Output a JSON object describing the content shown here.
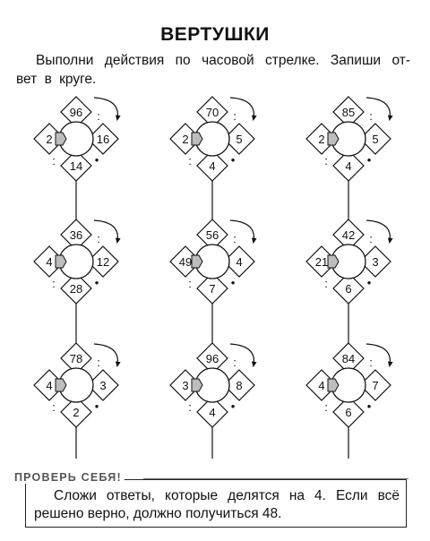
{
  "title": "ВЕРТУШКИ",
  "instruction": {
    "line1": "Выполни действия по часовой стрелке. Запиши от-",
    "line2": "вет в круге."
  },
  "operators": {
    "divide": ":",
    "multiply": "•"
  },
  "columns": [
    [
      {
        "top": "96",
        "right": "16",
        "bottom": "14",
        "left": "2"
      },
      {
        "top": "36",
        "right": "12",
        "bottom": "28",
        "left": "4"
      },
      {
        "top": "78",
        "right": "3",
        "bottom": "2",
        "left": "4"
      }
    ],
    [
      {
        "top": "70",
        "right": "5",
        "bottom": "4",
        "left": "2"
      },
      {
        "top": "56",
        "right": "4",
        "bottom": "7",
        "left": "49"
      },
      {
        "top": "96",
        "right": "8",
        "bottom": "4",
        "left": "3"
      }
    ],
    [
      {
        "top": "85",
        "right": "5",
        "bottom": "4",
        "left": "2"
      },
      {
        "top": "42",
        "right": "3",
        "bottom": "6",
        "left": "21"
      },
      {
        "top": "84",
        "right": "7",
        "bottom": "6",
        "left": "4"
      }
    ]
  ],
  "check": {
    "label": "ПРОВЕРЬ СЕБЯ!",
    "line1": "Сложи ответы, которые делятся на 4. Если всё",
    "line2": "решено верно, должно получиться 48."
  }
}
